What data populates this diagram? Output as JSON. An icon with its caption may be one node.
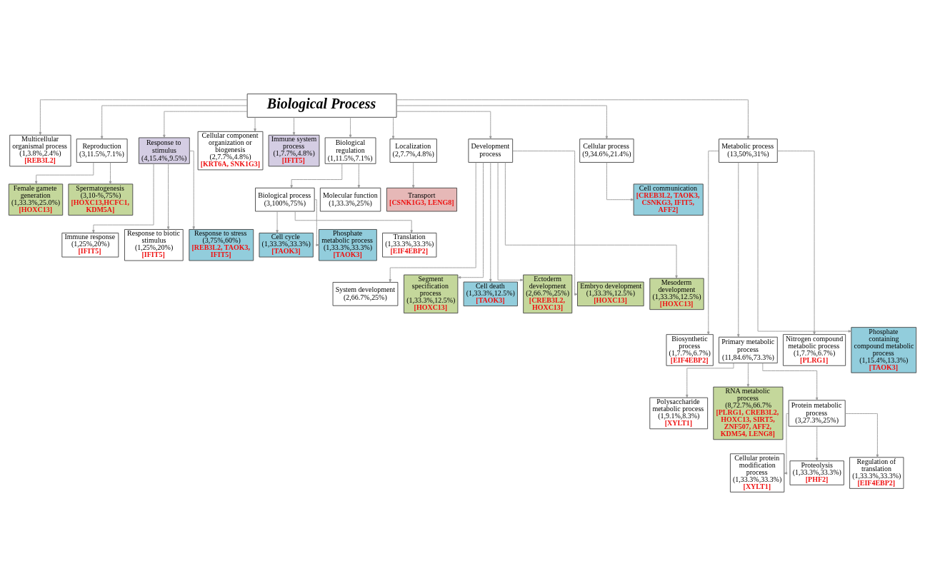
{
  "diagram": {
    "nodes": [
      {
        "text": [
          "Biological Process"
        ]
      },
      {
        "text": [
          "Multicellular organismal process",
          "(1,3.8%,2.4%)",
          "[REB3L2]"
        ]
      },
      {
        "text": [
          "Reproduction",
          "(3,11.5%,7.1%)"
        ]
      },
      {
        "text": [
          "Response to stimulus",
          "(4,15.4%,9.5%)"
        ]
      },
      {
        "text": [
          "Cellular component organization or biogenesis",
          "(2,7.7%,4.8%)",
          "[KRT6A, SNK1G3]"
        ]
      },
      {
        "text": [
          "Immune system process",
          "(1,7.7%,4.8%)",
          "[IFIT5]"
        ]
      },
      {
        "text": [
          "Biological regulation",
          "(1,11.5%,7.1%)"
        ]
      },
      {
        "text": [
          "Localization",
          "(2,7.7%,4.8%)"
        ]
      },
      {
        "text": [
          "Development process"
        ]
      },
      {
        "text": [
          "Cellular process",
          "(9,34.6%,21.4%)"
        ]
      },
      {
        "text": [
          "Metabolic process",
          "(13,50%,31%)"
        ]
      },
      {
        "text": [
          "Female gamete generation",
          "(1,33.3%,25.0%)",
          "[HOXC13]"
        ]
      },
      {
        "text": [
          "Spermatogenesis",
          "(3,10-%,75%)",
          "[HOXC13,HCFC1, KDM5A]"
        ]
      },
      {
        "text": [
          "Biological process",
          "(3,100%,75%)"
        ]
      },
      {
        "text": [
          "Molecular function",
          "(1,33.3%,25%)"
        ]
      },
      {
        "text": [
          "Transport",
          "[CSNK1G3, LENG8]"
        ]
      },
      {
        "text": [
          "Cell communication",
          "[CREB3L2, TAOK3, CSNKG3, IFIT5, AFF2]"
        ]
      },
      {
        "text": [
          "Immune response",
          "(1,25%,20%)",
          "[IFIT5]"
        ]
      },
      {
        "text": [
          "Response to biotic stimulus",
          "(1,25%,20%)",
          "[IFIT5]"
        ]
      },
      {
        "text": [
          "Response to stress",
          "(3,75%,60%)",
          "[REB3L2, TAOK3, IFIT5]"
        ]
      },
      {
        "text": [
          "Cell cycle",
          "(1,33.3%,33.3%)",
          "[TAOK3]"
        ]
      },
      {
        "text": [
          "Phosphate metabolic process",
          "(1,33.3%,33.3%)",
          "[TAOK3]"
        ]
      },
      {
        "text": [
          "Translation",
          "(1,33.3%,33.3%)",
          "[EIF4EBP2]"
        ]
      },
      {
        "text": [
          "System development",
          "(2,66.7%,25%)"
        ]
      },
      {
        "text": [
          "Segment specification process",
          "(1,33.3%,12.5%)",
          "[HOXC13]"
        ]
      },
      {
        "text": [
          "Cell death",
          "(1,33.3%,12.5%)",
          "[TAOK3]"
        ]
      },
      {
        "text": [
          "Ectoderm development",
          "(2,66.7%,25%)",
          "[CREB3L2, HOXC13]"
        ]
      },
      {
        "text": [
          "Embryo development",
          "(1,33.3%,12.5%)",
          "[HOXC13]"
        ]
      },
      {
        "text": [
          "Mesoderm development",
          "(1,33.3%,12.5%)",
          "[HOXC13]"
        ]
      },
      {
        "text": [
          "Biosynthetic process",
          "(1,7.7%,6.7%)",
          "[EIF4EBP2]"
        ]
      },
      {
        "text": [
          "Primary metabolic process",
          "(11,84.6%,73.3%)"
        ]
      },
      {
        "text": [
          "Nitrogen compound metabolic process",
          "(1,7.7%,6.7%)",
          "[PLRG1]"
        ]
      },
      {
        "text": [
          "Phosphate containing compound metabolic process",
          "(1,15.4%,13.3%)",
          "[TAOK3]"
        ]
      },
      {
        "text": [
          "Polysaccharide metabolic process",
          "(1,9.1%,8.3%)",
          "[XYLT1]"
        ]
      },
      {
        "text": [
          "RNA metabolic process",
          "(8,72.7%,66.7%",
          "[PLRG1, CREB3L2, HOXC13, SIRT5, ZNF507, AFF2, KDM54, LENG8]"
        ]
      },
      {
        "text": [
          "Protein metabolic process",
          "(3,27.3%,25%)"
        ]
      },
      {
        "text": [
          "Cellular protein modification process",
          "(1,33.3%,33.3%)",
          "[XYLT1]"
        ]
      },
      {
        "text": [
          "Proteolysis",
          "(1,33.3%,33.3%)",
          "[PHF2]"
        ]
      },
      {
        "text": [
          "Regulation of translation",
          "(1,33.3%,33.3%)",
          "[EIF4EBP2]"
        ]
      }
    ],
    "edges": [
      {
        "from": 0,
        "to": 1,
        "arrow": "to"
      },
      {
        "from": 0,
        "to": 2,
        "arrow": "to"
      },
      {
        "from": 0,
        "to": 3,
        "arrow": "to"
      },
      {
        "from": 0,
        "to": 4,
        "arrow": "to"
      },
      {
        "from": 0,
        "to": 5,
        "arrow": "to"
      },
      {
        "from": 0,
        "to": 6,
        "arrow": "to"
      },
      {
        "from": 0,
        "to": 7,
        "arrow": "to"
      },
      {
        "from": 0,
        "to": 8,
        "arrow": "to"
      },
      {
        "from": 0,
        "to": 9,
        "arrow": "to"
      },
      {
        "from": 0,
        "to": 10,
        "arrow": "to"
      },
      {
        "from": 2,
        "to": 11,
        "arrow": "to"
      },
      {
        "from": 2,
        "to": 12,
        "arrow": "to"
      },
      {
        "from": 6,
        "to": 13,
        "arrow": "to"
      },
      {
        "from": 6,
        "to": 14,
        "arrow": "to"
      },
      {
        "from": 7,
        "to": 15,
        "arrow": "to"
      },
      {
        "from": 9,
        "to": 16,
        "arrow": "to"
      },
      {
        "from": 3,
        "to": 17,
        "arrow": "to"
      },
      {
        "from": 3,
        "to": 18,
        "arrow": "to"
      },
      {
        "from": 3,
        "to": 19,
        "arrow": "to"
      },
      {
        "from": 13,
        "to": 20,
        "arrow": "to"
      },
      {
        "from": 13,
        "to": 21,
        "arrow": "to"
      },
      {
        "from": 13,
        "to": 22,
        "arrow": "to"
      },
      {
        "from": 8,
        "to": 23,
        "arrow": "to"
      },
      {
        "from": 8,
        "to": 24,
        "arrow": "to"
      },
      {
        "from": 8,
        "to": 25,
        "arrow": "to"
      },
      {
        "from": 8,
        "to": 26,
        "arrow": "to"
      },
      {
        "from": 8,
        "to": 27,
        "arrow": "to"
      },
      {
        "from": 8,
        "to": 28,
        "arrow": "to"
      },
      {
        "from": 10,
        "to": 29,
        "arrow": "to"
      },
      {
        "from": 10,
        "to": 30,
        "arrow": "to"
      },
      {
        "from": 10,
        "to": 31,
        "arrow": "to"
      },
      {
        "from": 10,
        "to": 32,
        "arrow": "to"
      },
      {
        "from": 30,
        "to": 33,
        "arrow": "to"
      },
      {
        "from": 30,
        "to": 34,
        "arrow": "to"
      },
      {
        "from": 30,
        "to": 35,
        "arrow": "to"
      },
      {
        "from": 35,
        "to": 36,
        "arrow": "to"
      },
      {
        "from": 35,
        "to": 37,
        "arrow": "to"
      },
      {
        "from": 35,
        "to": 38,
        "arrow": "to"
      }
    ]
  }
}
